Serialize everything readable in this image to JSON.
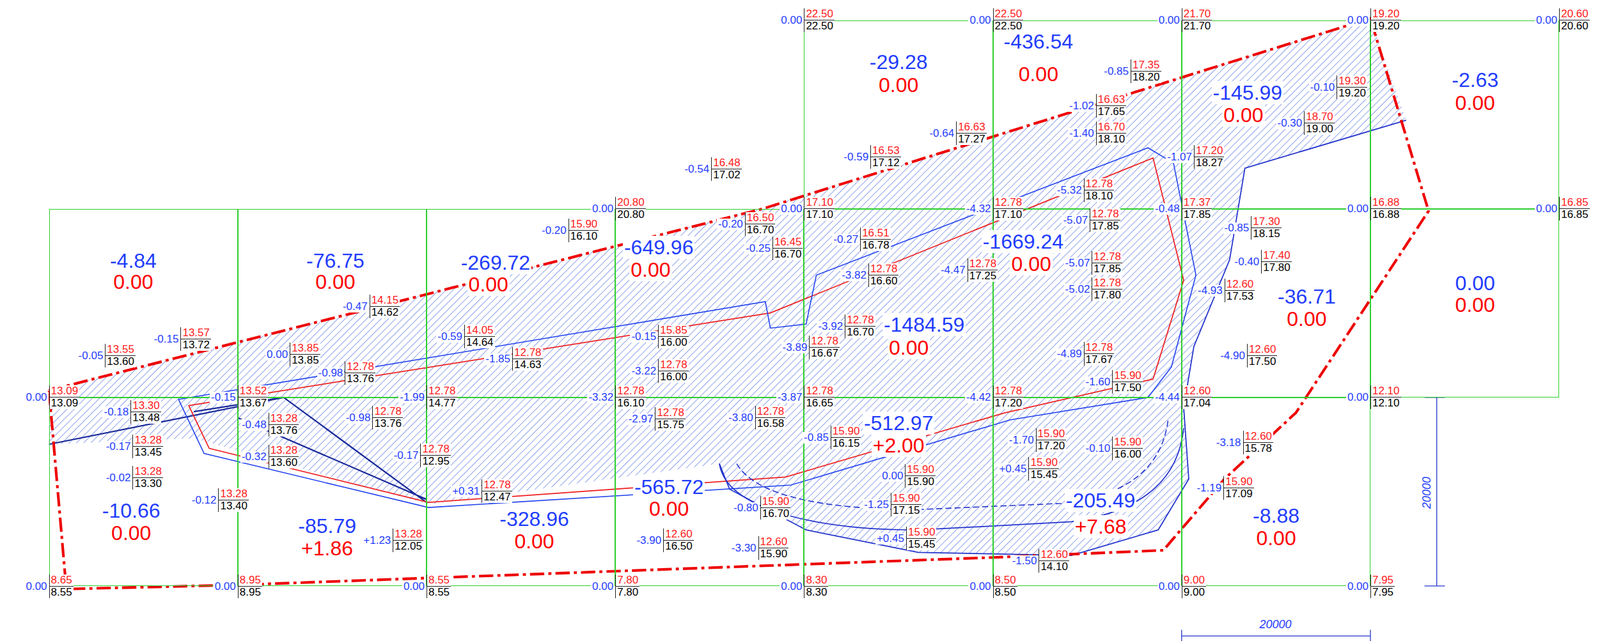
{
  "diagram": {
    "nodes": [
      {
        "text": [
          "-29.28",
          "0.00"
        ]
      },
      {
        "text": [
          "-436.54",
          "0.00"
        ]
      },
      {
        "text": [
          "-145.99",
          "0.00"
        ]
      },
      {
        "text": [
          "-2.63",
          "0.00"
        ]
      },
      {
        "text": [
          "-4.84",
          "0.00"
        ]
      },
      {
        "text": [
          "-76.75",
          "0.00"
        ]
      },
      {
        "text": [
          "-269.72",
          "0.00"
        ]
      },
      {
        "text": [
          "-649.96",
          "0.00"
        ]
      },
      {
        "text": [
          "-1484.59",
          "0.00"
        ]
      },
      {
        "text": [
          "-1669.24",
          "0.00"
        ]
      },
      {
        "text": [
          "-36.71",
          "0.00"
        ]
      },
      {
        "text": [
          "0.00",
          "0.00"
        ]
      },
      {
        "text": [
          "-10.66",
          "0.00"
        ]
      },
      {
        "text": [
          "-85.79",
          "+1.86"
        ]
      },
      {
        "text": [
          "-328.96",
          "0.00"
        ]
      },
      {
        "text": [
          "-565.72",
          "0.00"
        ]
      },
      {
        "text": [
          "-512.97",
          "+2.00"
        ]
      },
      {
        "text": [
          "-205.49",
          "+7.68"
        ]
      },
      {
        "text": [
          "-8.88",
          "0.00"
        ]
      }
    ],
    "labels": [
      "0.00",
      "22.50",
      "22.50",
      "0.00",
      "22.50",
      "22.50",
      "0.00",
      "21.70",
      "21.70",
      "0.00",
      "19.20",
      "19.20",
      "0.00",
      "20.60",
      "20.60",
      "0.00",
      "20.80",
      "20.80",
      "0.00",
      "17.10",
      "17.10",
      "-4.32",
      "12.78",
      "17.10",
      "-0.48",
      "17.37",
      "17.85",
      "0.00",
      "16.88",
      "16.88",
      "0.00",
      "16.85",
      "16.85",
      "0.00",
      "13.09",
      "13.09",
      "-0.15",
      "13.52",
      "13.67",
      "-1.99",
      "12.78",
      "14.77",
      "-3.32",
      "12.78",
      "16.10",
      "-3.87",
      "12.78",
      "16.65",
      "-4.42",
      "12.78",
      "17.20",
      "-4.44",
      "12.60",
      "17.04",
      "0.00",
      "12.10",
      "12.10",
      "0.00",
      "8.65",
      "8.55",
      "0.00",
      "8.95",
      "8.95",
      "0.00",
      "8.55",
      "8.55",
      "0.00",
      "7.80",
      "7.80",
      "0.00",
      "8.30",
      "8.30",
      "0.00",
      "8.50",
      "8.50",
      "0.00",
      "9.00",
      "9.00",
      "0.00",
      "7.95",
      "7.95",
      "-0.85",
      "17.35",
      "18.20",
      "-0.10",
      "19.30",
      "19.20",
      "-1.02",
      "16.63",
      "17.65",
      "-0.30",
      "18.70",
      "19.00",
      "-0.64",
      "16.63",
      "17.27",
      "-1.40",
      "16.70",
      "18.10",
      "-0.59",
      "16.53",
      "17.12",
      "-1.07",
      "17.20",
      "18.27",
      "-0.54",
      "16.48",
      "17.02",
      "-5.32",
      "12.78",
      "18.10",
      "-0.20",
      "16.50",
      "16.70",
      "-5.07",
      "12.78",
      "17.85",
      "-0.85",
      "17.30",
      "18.15",
      "-0.20",
      "15.90",
      "16.10",
      "-0.25",
      "16.45",
      "16.70",
      "-0.27",
      "16.51",
      "16.78",
      "-4.47",
      "12.78",
      "17.25",
      "-5.07",
      "12.78",
      "17.85",
      "-0.40",
      "17.40",
      "17.80",
      "-3.82",
      "12.78",
      "16.60",
      "-5.02",
      "12.78",
      "17.80",
      "-4.93",
      "12.60",
      "17.53",
      "-0.47",
      "14.15",
      "14.62",
      "-3.92",
      "12.78",
      "16.70",
      "-0.15",
      "15.85",
      "16.00",
      "-0.15",
      "13.57",
      "13.72",
      "-0.59",
      "14.05",
      "14.64",
      "-3.89",
      "12.78",
      "16.67",
      "-0.05",
      "13.55",
      "13.60",
      "0.00",
      "13.85",
      "13.85",
      "-1.85",
      "12.78",
      "14.63",
      "-4.89",
      "12.78",
      "17.67",
      "-4.90",
      "12.60",
      "17.50",
      "-3.22",
      "12.78",
      "16.00",
      "-0.98",
      "12.78",
      "13.76",
      "-1.60",
      "15.90",
      "17.50",
      "-0.18",
      "13.30",
      "13.48",
      "-0.98",
      "12.78",
      "13.76",
      "-2.97",
      "12.78",
      "15.75",
      "-3.80",
      "12.78",
      "16.58",
      "-0.48",
      "13.28",
      "13.76",
      "-0.85",
      "15.90",
      "16.15",
      "-1.70",
      "15.90",
      "17.20",
      "-3.18",
      "12.60",
      "15.78",
      "-0.17",
      "13.28",
      "13.45",
      "-0.10",
      "15.90",
      "16.00",
      "-0.17",
      "12.78",
      "12.95",
      "-0.32",
      "13.28",
      "13.60",
      "+0.45",
      "15.90",
      "15.45",
      "0.00",
      "15.90",
      "15.90",
      "-0.02",
      "13.28",
      "13.30",
      "-1.19",
      "15.90",
      "17.09",
      "+0.31",
      "12.78",
      "12.47",
      "-0.12",
      "13.28",
      "13.40",
      "-1.25",
      "15.90",
      "17.15",
      "-0.80",
      "15.90",
      "16.70",
      "+0.45",
      "15.90",
      "15.45",
      "+1.23",
      "13.28",
      "12.05",
      "-3.90",
      "12.60",
      "16.50",
      "-3.30",
      "12.60",
      "15.90",
      "-1.50",
      "12.60",
      "14.10",
      "20000",
      "20000"
    ]
  }
}
